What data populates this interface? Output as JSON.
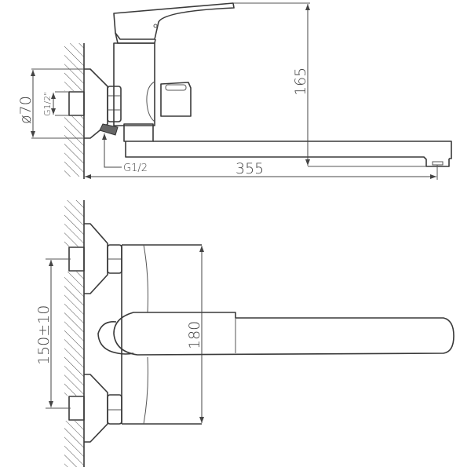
{
  "drawing": {
    "side_view": {
      "dim_flange_diameter": "ø70",
      "dim_wall_thread": "G1/2\"",
      "dim_outlet_thread": "G1/2",
      "dim_height": "165",
      "dim_spout_reach": "355"
    },
    "front_view": {
      "dim_inlet_spacing": "150±10",
      "dim_body_height": "180"
    },
    "line_color": "#3a3a3a",
    "background_color": "#ffffff"
  }
}
